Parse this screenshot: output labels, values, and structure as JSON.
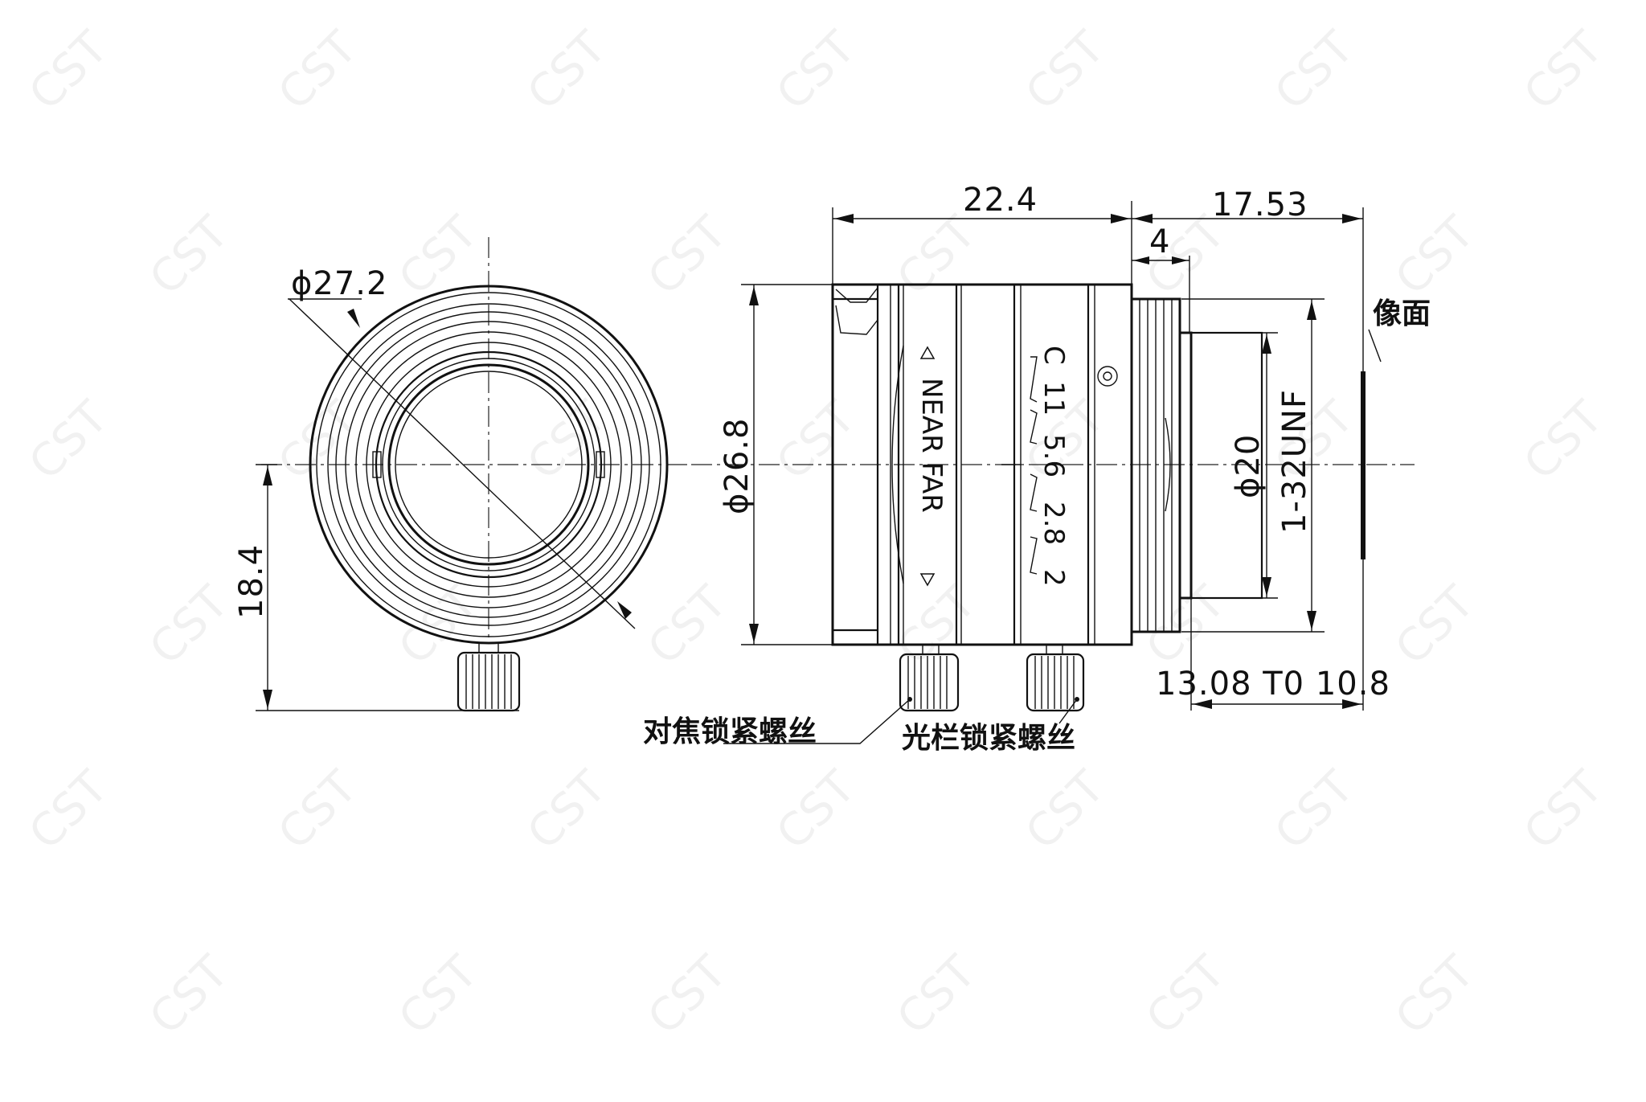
{
  "watermark": "CST",
  "front_view": {
    "outer_diameter": "ϕ27.2",
    "height_to_axis": "18.4"
  },
  "side_view": {
    "body_length": "22.4",
    "flange_length": "17.53",
    "mount_length": "4",
    "body_diameter": "ϕ26.8",
    "mount_diameter": "ϕ20",
    "thread_spec": "1-32UNF",
    "back_focus": "13.08 T0 10.8",
    "image_plane_label": "像面",
    "focus_ring_text": "NEAR FAR",
    "aperture_scale": [
      "C",
      "11",
      "5.6",
      "2.8",
      "2"
    ],
    "focus_lock_label": "对焦锁紧螺丝",
    "iris_lock_label": "光栏锁紧螺丝"
  }
}
